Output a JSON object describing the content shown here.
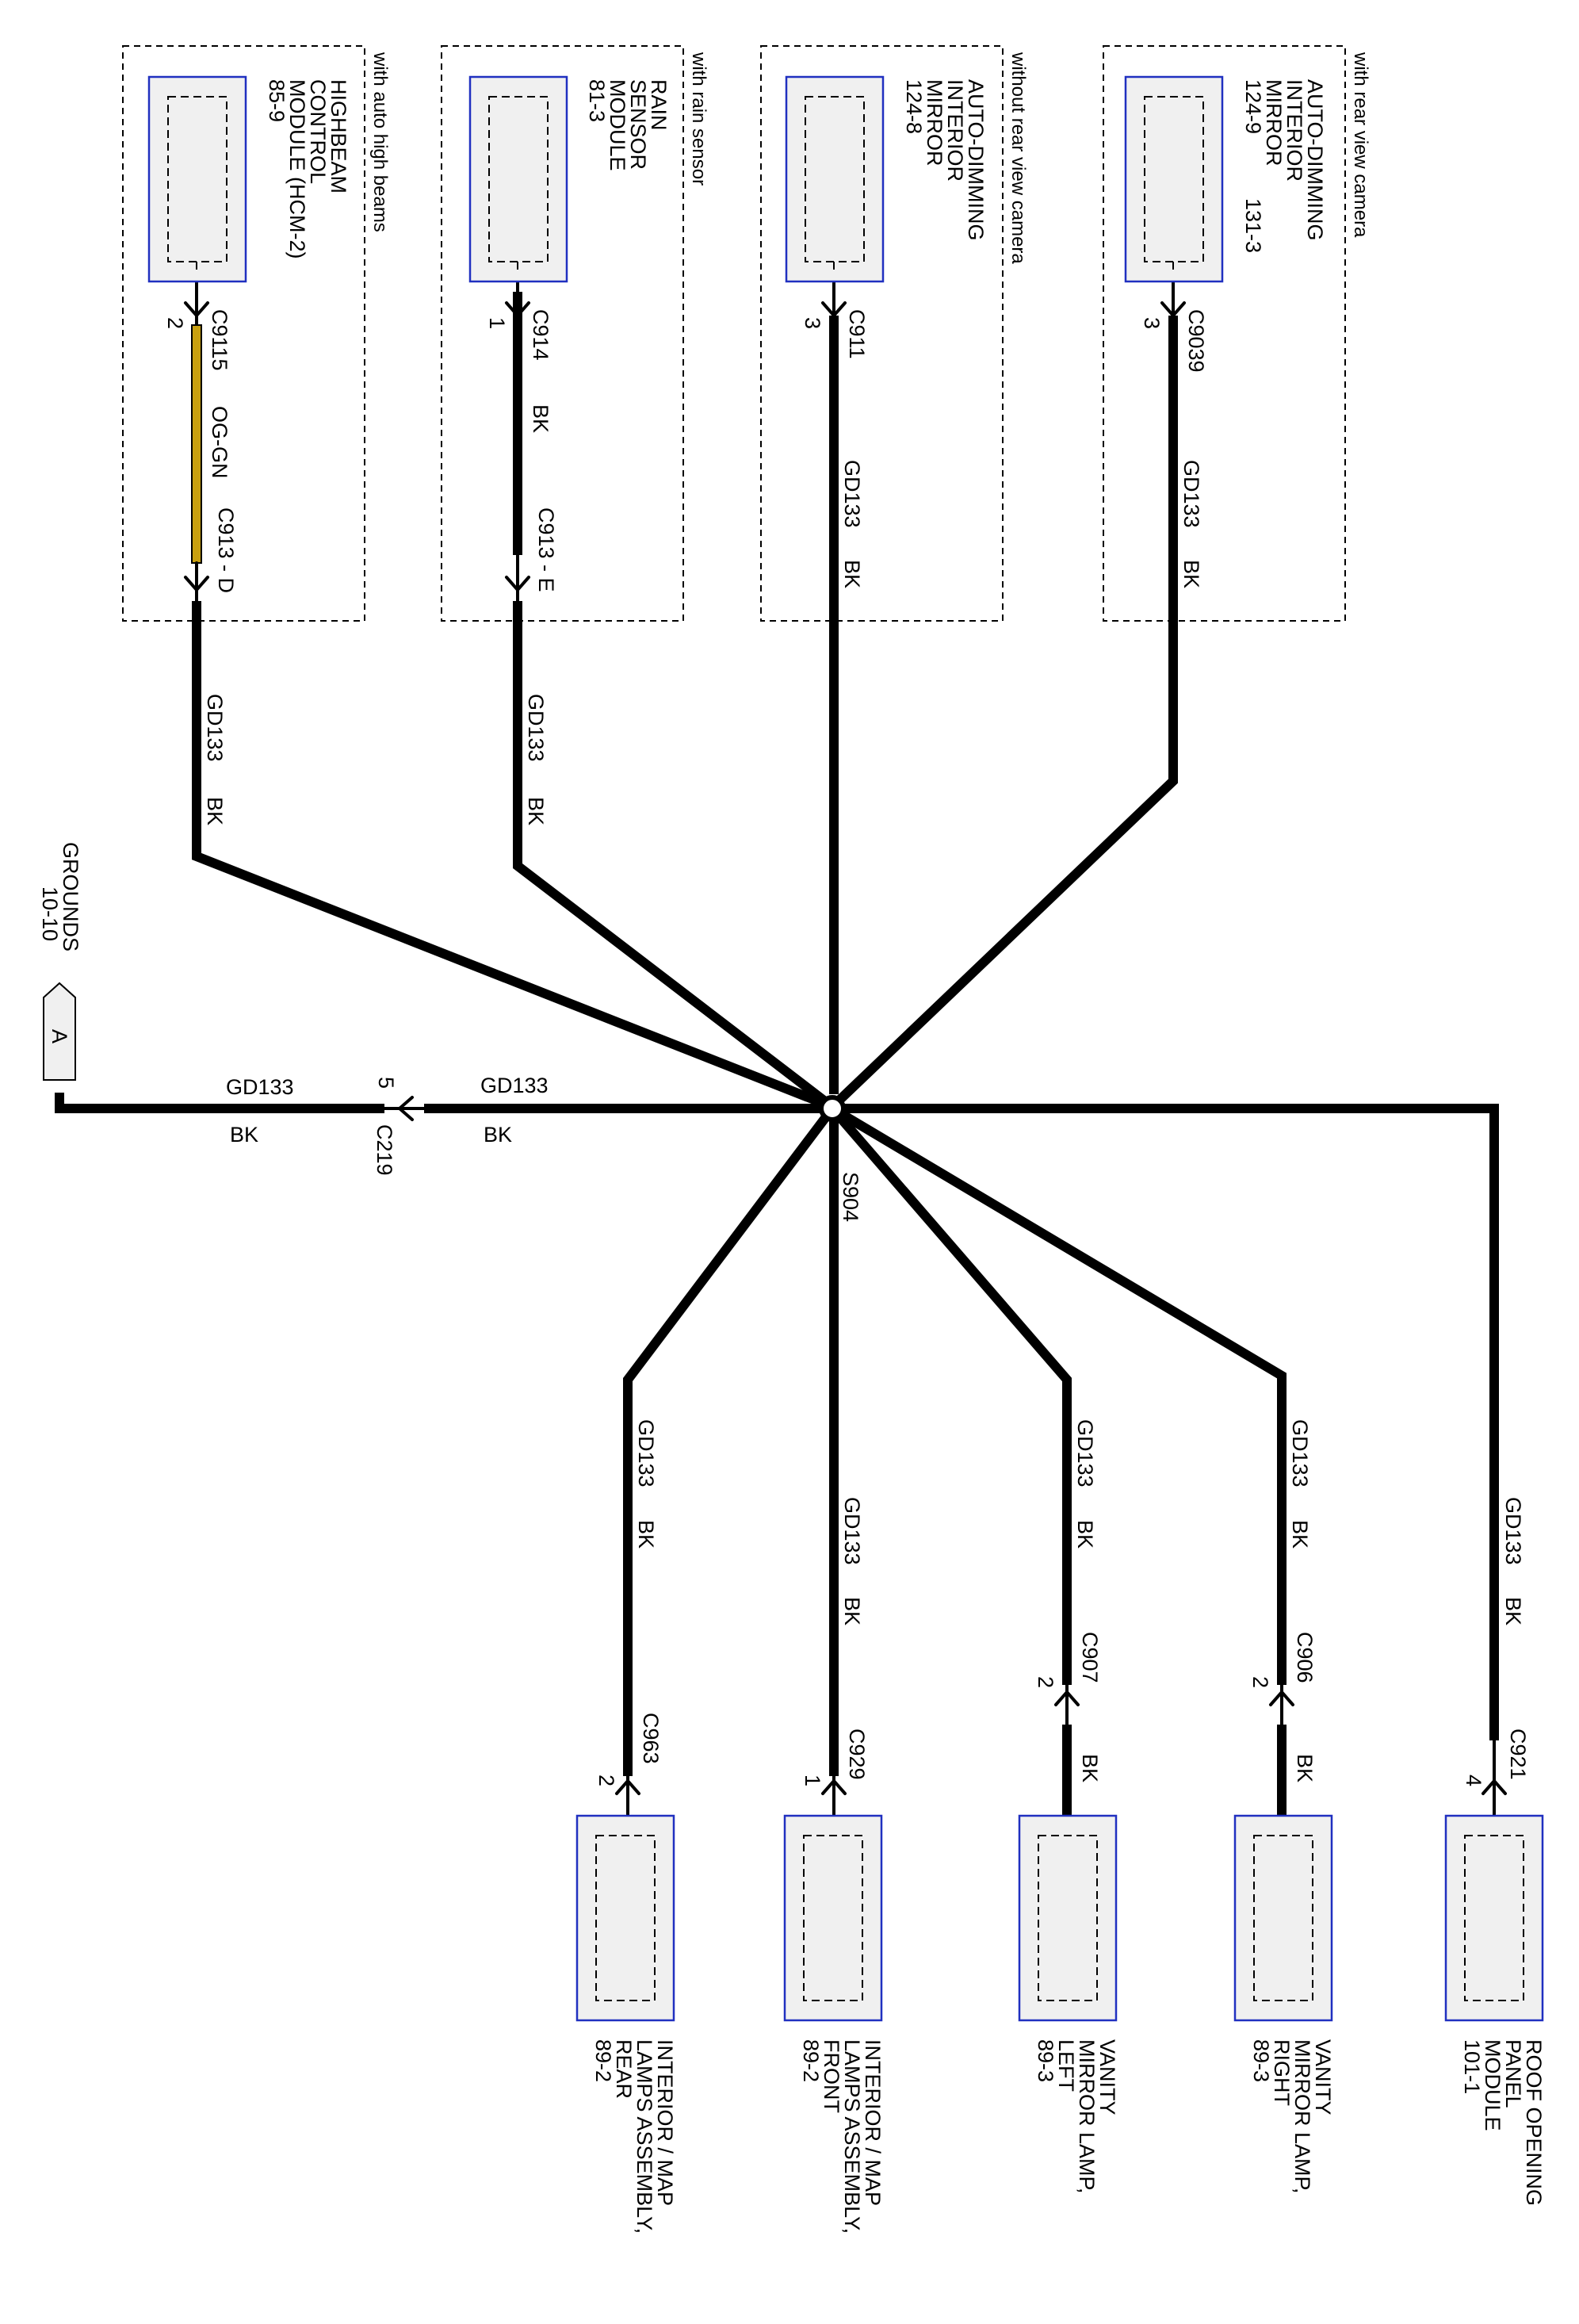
{
  "diagram": {
    "splice": {
      "id": "S904"
    },
    "ground": {
      "title": "GROUNDS",
      "page": "10-10",
      "marker": "A",
      "connector": "C219",
      "pin": "5",
      "wire_left": {
        "circuit": "GD133",
        "color": "BK"
      },
      "wire_right": {
        "circuit": "GD133",
        "color": "BK"
      }
    },
    "top_modules": [
      {
        "condition": "with auto high beams",
        "lines": [
          "HIGHBEAM",
          "CONTROL",
          "MODULE (HCM-2)",
          "85-9"
        ],
        "connector": "C9115",
        "pin": "2",
        "wire_color": "OG-GN",
        "inline": "C913 - D",
        "harness_circuit": "GD133",
        "harness_color": "BK"
      },
      {
        "condition": "with rain sensor",
        "lines": [
          "RAIN",
          "SENSOR",
          "MODULE",
          "81-3"
        ],
        "connector": "C914",
        "pin": "1",
        "wire_color": "BK",
        "inline": "C913 - E",
        "harness_circuit": "GD133",
        "harness_color": "BK"
      },
      {
        "condition": "without rear view camera",
        "lines": [
          "AUTO-DIMMING",
          "INTERIOR",
          "MIRROR",
          "124-8"
        ],
        "connector": "C911",
        "pin": "3",
        "wire_circuit": "GD133",
        "wire_color": "BK"
      },
      {
        "condition": "with rear view camera",
        "lines": [
          "AUTO-DIMMING",
          "INTERIOR",
          "MIRROR",
          "124-9"
        ],
        "page_extra": "131-3",
        "connector": "C9039",
        "pin": "3",
        "wire_circuit": "GD133",
        "wire_color": "BK"
      }
    ],
    "bottom_modules": [
      {
        "lines": [
          "INTERIOR / MAP",
          "LAMPS ASSEMBLY,",
          "REAR",
          "89-2"
        ],
        "connector": "C963",
        "pin": "2",
        "wire_circuit": "GD133",
        "wire_color": "BK"
      },
      {
        "lines": [
          "INTERIOR / MAP",
          "LAMPS ASSEMBLY,",
          "FRONT",
          "89-2"
        ],
        "connector": "C929",
        "pin": "1",
        "wire_circuit": "GD133",
        "wire_color": "BK"
      },
      {
        "lines": [
          "VANITY",
          "MIRROR LAMP,",
          "LEFT",
          "89-3"
        ],
        "connector": "C907",
        "pin": "2",
        "wire_circuit": "GD133",
        "wire_color": "BK",
        "lower_color": "BK"
      },
      {
        "lines": [
          "VANITY",
          "MIRROR LAMP,",
          "RIGHT",
          "89-3"
        ],
        "connector": "C906",
        "pin": "2",
        "wire_circuit": "GD133",
        "wire_color": "BK",
        "lower_color": "BK"
      },
      {
        "lines": [
          "ROOF OPENING",
          "PANEL",
          "MODULE",
          "101-1"
        ],
        "connector": "C921",
        "pin": "4",
        "wire_circuit": "GD133",
        "wire_color": "BK"
      }
    ],
    "colors": {
      "wire": "#000000",
      "og_gn_wire": "#c8a010",
      "component_border": "#2030c0",
      "component_fill": "#f0f0f0"
    }
  }
}
